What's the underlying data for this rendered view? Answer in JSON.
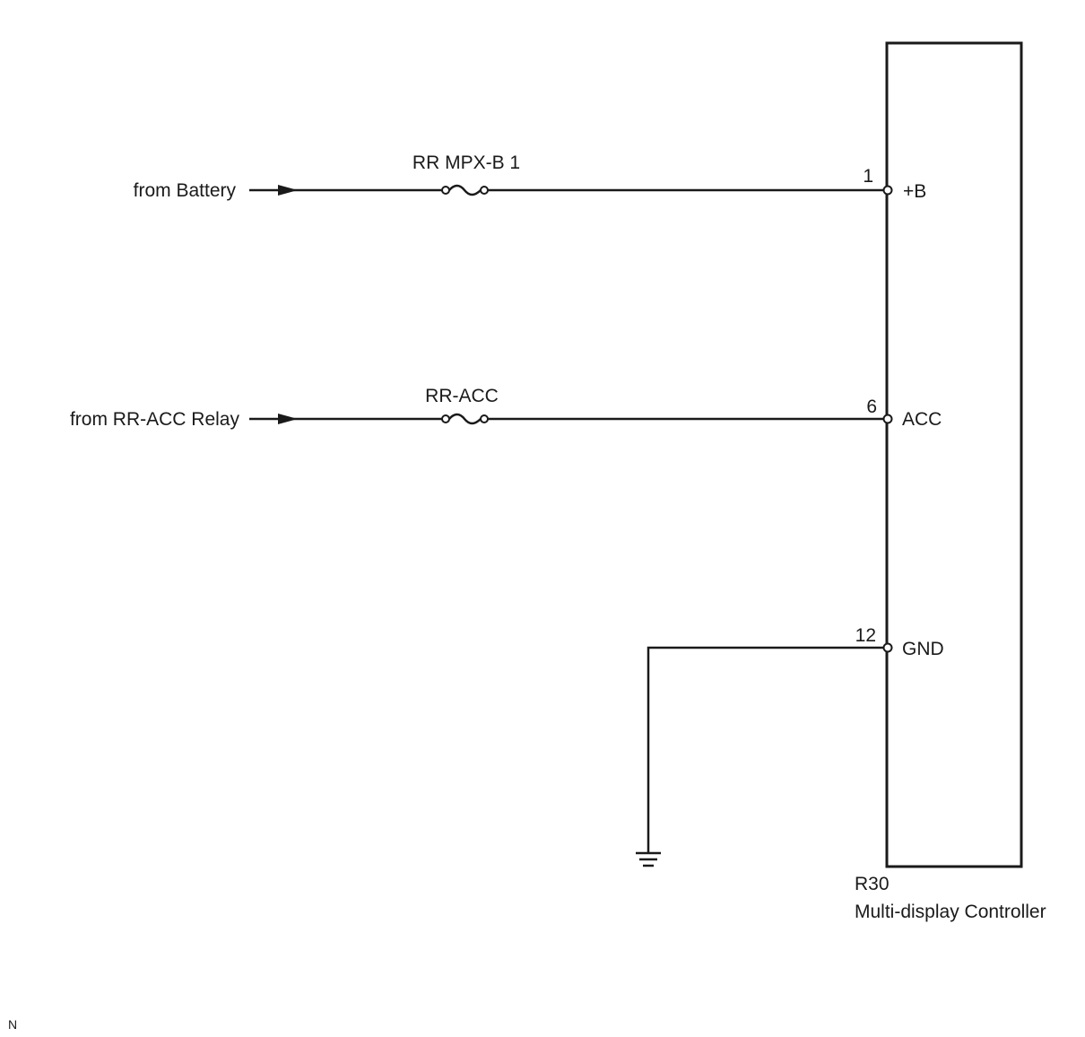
{
  "sources": {
    "battery_label": "from Battery",
    "relay_label": "from RR-ACC Relay"
  },
  "fuses": {
    "fuse1_label": "RR MPX-B 1",
    "fuse2_label": "RR-ACC"
  },
  "pins": {
    "pin1_number": "1",
    "pin1_name": "+B",
    "pin6_number": "6",
    "pin6_name": "ACC",
    "pin12_number": "12",
    "pin12_name": "GND"
  },
  "component": {
    "code": "R30",
    "name": "Multi-display Controller"
  },
  "footer": {
    "mark": "N"
  }
}
